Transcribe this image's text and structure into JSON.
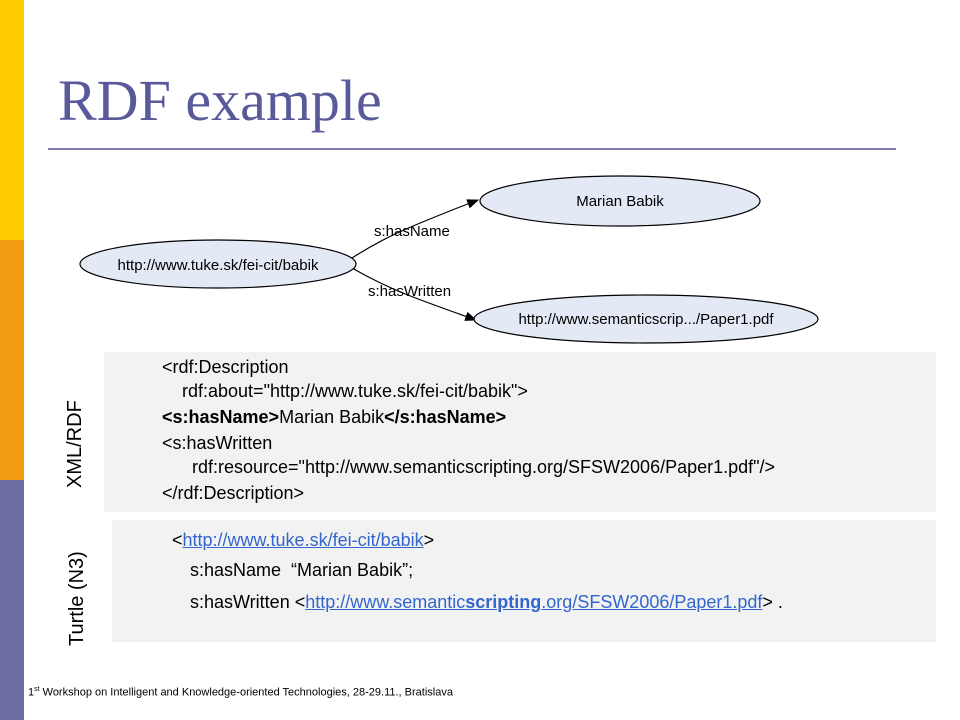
{
  "slide": {
    "title": "RDF example",
    "footer_sup": "st",
    "footer_rest": " Workshop on Intelligent and Knowledge-oriented Technologies, 28-29.11.,  Bratislava",
    "footer_num": "1"
  },
  "diagram": {
    "subject": "http://www.tuke.sk/fei-cit/babik",
    "name_node": "Marian Babik",
    "paper_node": "http://www.semanticscrip.../Paper1.pdf",
    "edge_name": "s:hasName",
    "edge_written": "s:hasWritten"
  },
  "xml": {
    "label": "XML/RDF",
    "line1": "<rdf:Description",
    "line2": "rdf:about=\"http://www.tuke.sk/fei-cit/babik\">",
    "line3_open": "<s:hasName>",
    "line3_text": "Marian Babik",
    "line3_close": "</s:hasName>",
    "line4": "<s:hasWritten",
    "line5": "rdf:resource=\"http://www.semanticscripting.org/SFSW2006/Paper1.pdf\"/>",
    "line6": "</rdf:Description>"
  },
  "turtle": {
    "label": "Turtle (N3)",
    "lt": "<",
    "subject_link": "http://www.tuke.sk/fei-cit/babik",
    "gt": ">",
    "line2": "s:hasName  “Marian Babik”;",
    "line3_prefix": "s:hasWritten <",
    "link2_a": "http://www.semantic",
    "link2_b": "scripting",
    "link2_c": ".org/SFSW2006/Paper1.pdf",
    "line3_suffix": "> ."
  },
  "colors": {
    "sidebar_top": "#FFCC00",
    "sidebar_mid": "#F39C12",
    "sidebar_bottom": "#6E6EA6",
    "title": "#5A5A9A",
    "node_fill": "#E3E9F5",
    "panel": "#F2F2F2",
    "link": "#3366CC"
  }
}
